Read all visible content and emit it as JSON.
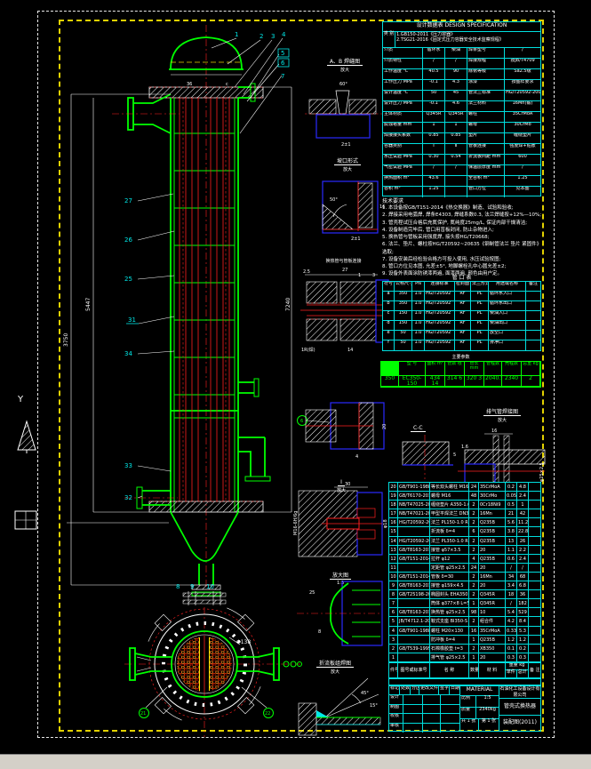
{
  "spec": {
    "title": "设计数据表  DESIGN SPECIFICATION",
    "class_label": "类 别",
    "head_notes": [
      "1.GB150-2011《压力容器》",
      "2.TSG21-2016《固定式压力容器安全技术监察规程》"
    ],
    "rows": [
      {
        "l": "介质",
        "a": "循环水",
        "b": "柴油"
      },
      {
        "l": "介质特性",
        "a": "/",
        "b": "/"
      },
      {
        "l": "工作温度 ℃",
        "a": "40.5",
        "b": "90"
      },
      {
        "l": "工作压力 MPa",
        "a": "-0.1",
        "b": "4.3"
      },
      {
        "l": "设计温度 ℃",
        "a": "50",
        "b": "45"
      },
      {
        "l": "设计压力 MPa",
        "a": "-0.1",
        "b": "4.6"
      },
      {
        "l": "主体材质",
        "a": "Q345R",
        "b": "Q345R"
      },
      {
        "l": "腐蚀裕量 mm",
        "a": "1",
        "b": "1"
      },
      {
        "l": "焊接接头系数",
        "a": "0.85",
        "b": "0.85"
      },
      {
        "l": "容器类别",
        "a": "Ⅰ",
        "b": "Ⅱ"
      },
      {
        "l": "水压试验 MPa",
        "a": "0.30",
        "b": "0.54"
      },
      {
        "l": "气密试验 MPa",
        "a": "/",
        "b": "/"
      },
      {
        "l": "换热面积 m²",
        "a": "43.6",
        "b": ""
      },
      {
        "l": "容积 m³",
        "a": "1.25",
        "b": ""
      }
    ],
    "rows_right": [
      {
        "l": "焊条型号",
        "v": "/"
      },
      {
        "l": "焊接规程",
        "v": "按JB/T4709"
      },
      {
        "l": "除锈等级",
        "v": "Sa2.5级"
      },
      {
        "l": "涂漆",
        "v": "按图样要求"
      },
      {
        "l": "管法兰标准",
        "v": "HG/T20592-2009"
      },
      {
        "l": "法兰材料",
        "v": "16Mn(锻)"
      },
      {
        "l": "螺柱",
        "v": "35CrMoA"
      },
      {
        "l": "螺母",
        "v": "30CrMo"
      },
      {
        "l": "垫片",
        "v": "缠绕垫片"
      },
      {
        "l": "管板连接",
        "v": "强度焊+贴胀"
      },
      {
        "l": "折流板间距 mm",
        "v": "600"
      },
      {
        "l": "保温层厚度 mm",
        "v": "/"
      },
      {
        "l": "全容积 m³",
        "v": "1.25"
      },
      {
        "l": "管口方位",
        "v": "见本图"
      }
    ]
  },
  "notes": {
    "title": "技术要求",
    "lines": [
      "1. 本设备按GB/T151-2014《热交换器》制造、试验和验收;",
      "2. 焊接采用电弧焊, 焊条E4303, 焊缝系数0.3, 法兰焊缝按+12%—10%;",
      "3. 管壳程试压合格后充氮保护, 氮纯度25mg/L, 保证内部干燥清洁;",
      "4. 设备制造完毕后, 管口用盲板封闭, 防止杂物进入;",
      "5. 换热管与管板采用强度焊, 接头按HG/T20668;",
      "6. 法兰、垫片、螺柱按HG/T20592~20635《钢制管法兰 垫片 紧固件》选取;",
      "7. 设备安装后经检验合格方可投入使用, 水压试验按图;",
      "8. 管口方位见本图, 允差±5°, 地脚螺栓孔中心圆允差±2;",
      "9. 设备外表面涂防锈漆两遍, 面漆两遍, 颜色由用户定。"
    ]
  },
  "nozzles": {
    "title": "管 口 表",
    "headers": [
      "符号",
      "公称尺寸",
      "PN",
      "连接标准",
      "密封面",
      "法兰形式",
      "用途或名称",
      "备注"
    ],
    "rows": [
      [
        "a",
        "350",
        "1.0",
        "HG/T20592",
        "RF",
        "PL",
        "循环水入口",
        ""
      ],
      [
        "b",
        "350",
        "1.0",
        "HG/T20592",
        "RF",
        "PL",
        "循环水出口",
        ""
      ],
      [
        "c",
        "150",
        "1.0",
        "HG/T20592",
        "RF",
        "PL",
        "柴油入口",
        ""
      ],
      [
        "d",
        "150",
        "1.0",
        "HG/T20592",
        "RF",
        "PL",
        "柴油出口",
        ""
      ],
      [
        "e",
        "50",
        "1.0",
        "HG/T20592",
        "RF",
        "PL",
        "放空口",
        ""
      ],
      [
        "f",
        "50",
        "1.0",
        "HG/T20592",
        "RF",
        "PL",
        "排净口",
        ""
      ]
    ]
  },
  "green": {
    "caption": "主要参数",
    "headers": [
      "位号",
      "型 号",
      "面积 m²",
      "管数 根",
      "管长 mm",
      "管程数",
      "壳程数",
      "总重 kg"
    ],
    "values": [
      "350",
      "EC350-150",
      "434 14",
      "314 6",
      "320 3",
      "2040.5",
      "2340",
      "2"
    ]
  },
  "bom": {
    "rows": [
      [
        "20",
        "GB/T901-1988",
        "等长双头螺柱 M16×160",
        "24",
        "35CrMoA",
        "0.2",
        "4.8",
        ""
      ],
      [
        "19",
        "GB/T6170-2015",
        "螺母 M16",
        "48",
        "30CrMo",
        "0.05",
        "2.4",
        ""
      ],
      [
        "18",
        "NB/T47025-2012",
        "缠绕垫片 A350-1.6",
        "2",
        "0Cr18Ni9",
        "0.5",
        "1",
        ""
      ],
      [
        "17",
        "NB/T47021-2012",
        "甲型平焊法兰 DN350",
        "2",
        "16Mn",
        "21",
        "42",
        ""
      ],
      [
        "16",
        "HG/T20592-2009",
        "法兰 PL150-1.0 RF",
        "2",
        "Q235B",
        "5.6",
        "11.2",
        ""
      ],
      [
        "15",
        "",
        "折流板 δ=4",
        "6",
        "Q235B",
        "3.8",
        "22.8",
        ""
      ],
      [
        "14",
        "HG/T20592-2009",
        "法兰 PL350-1.0 RF",
        "2",
        "Q235B",
        "13",
        "26",
        ""
      ],
      [
        "13",
        "GB/T8163-2018",
        "接管 φ57×3.5",
        "2",
        "20",
        "1.1",
        "2.2",
        ""
      ],
      [
        "12",
        "GB/T151-2014",
        "拉杆 φ12",
        "4",
        "Q235B",
        "0.6",
        "2.4",
        ""
      ],
      [
        "11",
        "",
        "定距管 φ25×2.5",
        "24",
        "20",
        "/",
        "/",
        ""
      ],
      [
        "10",
        "GB/T151-2014",
        "管板 δ=30",
        "2",
        "16Mn",
        "34",
        "68",
        ""
      ],
      [
        "9",
        "GB/T8163-2018",
        "接管 φ159×4.5",
        "2",
        "20",
        "3.4",
        "6.8",
        ""
      ],
      [
        "8",
        "GB/T25198-2010",
        "椭圆封头 EHA350×8",
        "2",
        "Q345R",
        "18",
        "36",
        ""
      ],
      [
        "7",
        "",
        "筒体 φ377×8 L=5447",
        "1",
        "Q345R",
        "/",
        "182",
        ""
      ],
      [
        "6",
        "GB/T8163-2018",
        "换热管 φ25×2.5",
        "98",
        "10",
        "5.4",
        "529",
        ""
      ],
      [
        "5",
        "JB/T4712.1-2007",
        "鞍式支座 BI350-S",
        "2",
        "组合件",
        "4.2",
        "8.4",
        ""
      ],
      [
        "4",
        "GB/T901-1988",
        "螺柱 M20×130",
        "16",
        "35CrMoA",
        "0.33",
        "5.3",
        ""
      ],
      [
        "3",
        "",
        "防冲板 δ=4",
        "1",
        "Q235B",
        "1.2",
        "1.2",
        ""
      ],
      [
        "2",
        "GB/T539-1995",
        "石棉橡胶垫 t=3",
        "2",
        "XB350",
        "0.1",
        "0.2",
        ""
      ],
      [
        "1",
        "",
        "排气管 φ25×2.5",
        "1",
        "20",
        "0.3",
        "0.3",
        ""
      ]
    ],
    "footer": {
      "c1": "件号",
      "c2": "图号或标准号",
      "c3": "名 称",
      "c4": "数量",
      "c5": "材 料",
      "c6": "重量 kg",
      "c6a": "单件",
      "c6b": "总计",
      "c7": "备 注"
    }
  },
  "tb": {
    "material": "MATERIAL",
    "company": "石油化工设备设计有限公司",
    "proj": "管壳式换热器",
    "dwg": "装配图(2011)",
    "scale_l": "比例",
    "scale_v": "1:5",
    "mass_l": "质量",
    "mass_v": "2340kg",
    "sheet1": "共 1 张",
    "sheet2": "第 1 张",
    "sign": [
      "设计",
      "制图",
      "校核",
      "审核"
    ],
    "rev": [
      "标记",
      "处数",
      "分区",
      "更改文件号",
      "签字",
      "日期"
    ]
  },
  "elev": {
    "dims": [
      "3750",
      "5447",
      "7240"
    ],
    "top": [
      "1",
      "2",
      "3",
      "4",
      "5",
      "6",
      "7"
    ],
    "left": [
      "27",
      "26",
      "25",
      "31",
      "34",
      "33",
      "32"
    ],
    "bottom": [
      "8",
      "9",
      "10"
    ],
    "mark_a": "36",
    "mark_b": "c"
  },
  "sec": {
    "phi": "Φ138",
    "b1": "21",
    "b2": "22"
  },
  "det": {
    "ab": {
      "title": "A、B 焊缝图",
      "scale": "放大",
      "d1": "60°",
      "d2": "2±1"
    },
    "bevel": {
      "title": "坡口形式",
      "scale": "放大",
      "d1": "50°",
      "d2": "2±1",
      "d3": "16"
    },
    "tube": {
      "title": "换热管与管板连接",
      "d1": "2.5",
      "d2": "27",
      "d3": "3",
      "d4": "1",
      "dr": "φ25×2.5",
      "db1": "1R(焊)",
      "db2": "14"
    },
    "i": {
      "label": "I",
      "scale": "放大",
      "d1": "20",
      "d2": "4",
      "balloon": "6"
    },
    "bolt": {
      "title": "放大图",
      "scale": "1:3",
      "d1": "30",
      "d2": "M16-6H/6g",
      "d3": "φ18"
    },
    "noz": {
      "d1": "25",
      "d2": "8"
    },
    "baffle": {
      "title": "折流板组焊图",
      "scale": "放大",
      "d1": "45°",
      "d2": "15°"
    },
    "cc": {
      "label": "C-C",
      "d1": "5"
    },
    "vent": {
      "title": "排气管焊接图",
      "scale": "放大",
      "d1": "16",
      "d2": "1.6",
      "d3": "φ25×2.5",
      "d4": "45°",
      "d5": "2"
    }
  },
  "misc": {
    "y_mark": "Y"
  }
}
